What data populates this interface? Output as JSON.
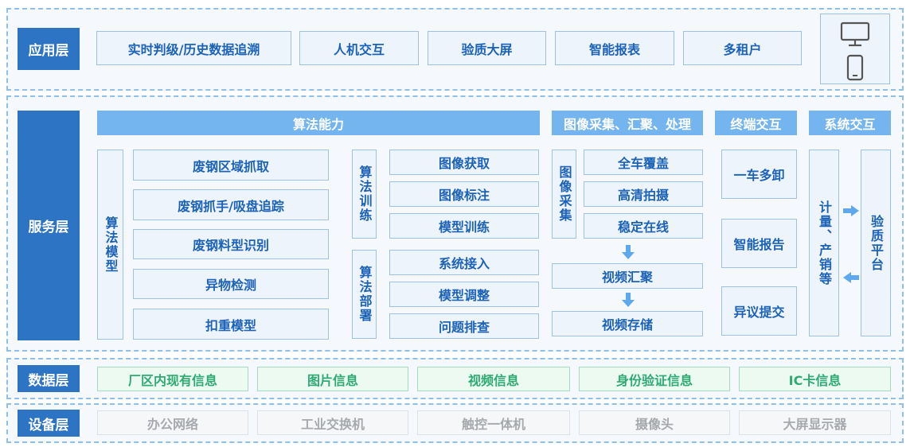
{
  "layers": {
    "app": "应用层",
    "service": "服务层",
    "data": "数据层",
    "device": "设备层"
  },
  "app_items": [
    "实时判级/历史数据追溯",
    "人机交互",
    "验质大屏",
    "智能报表",
    "多租户"
  ],
  "device_icons": [
    "monitor-icon",
    "phone-icon"
  ],
  "service": {
    "algo_header": "算法能力",
    "image_header": "图像采集、汇聚、处理",
    "terminal_header": "终端交互",
    "system_header": "系统交互",
    "algo_model_label": "算法模型",
    "algo_models": [
      "废钢区域抓取",
      "废钢抓手/吸盘追踪",
      "废钢料型识别",
      "异物检测",
      "扣重模型"
    ],
    "algo_train_label": "算法训练",
    "algo_train": [
      "图像获取",
      "图像标注",
      "模型训练"
    ],
    "algo_deploy_label": "算法部署",
    "algo_deploy": [
      "系统接入",
      "模型调整",
      "问题排查"
    ],
    "image_collect_label": "图像采集",
    "image_collect": [
      "全车覆盖",
      "高清拍摄",
      "稳定在线"
    ],
    "video_aggregate": "视频汇聚",
    "video_storage": "视频存储",
    "terminal_items": [
      "一车多卸",
      "智能报告",
      "异议提交"
    ],
    "system_left": "计量、产销等",
    "system_right": "验质平台"
  },
  "data_items": [
    "厂区内现有信息",
    "图片信息",
    "视频信息",
    "身份验证信息",
    "IC卡信息"
  ],
  "device_items": [
    "办公网络",
    "工业交换机",
    "触控一体机",
    "摄像头",
    "大屏显示器"
  ],
  "colors": {
    "primary": "#2e74c4",
    "header": "#74b4ef",
    "text": "#1c63b8",
    "green": "#2faa72",
    "gray": "#a6a9ad"
  }
}
